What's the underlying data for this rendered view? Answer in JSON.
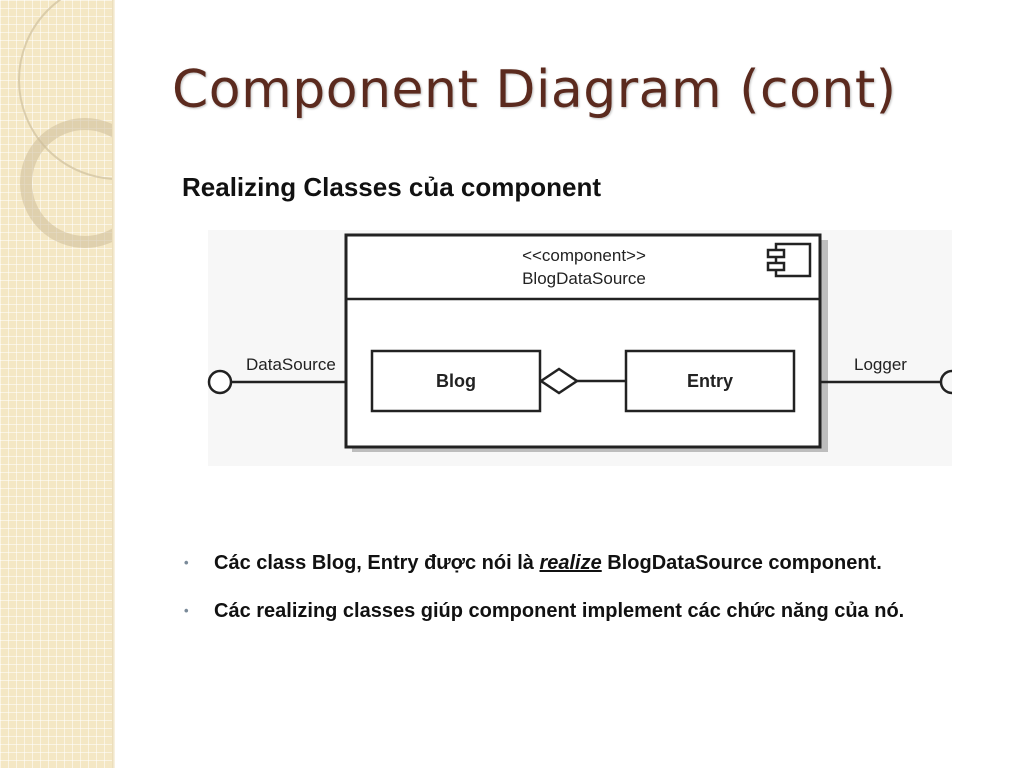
{
  "slide": {
    "title": "Component Diagram (cont)",
    "subtitle": "Realizing Classes của component"
  },
  "diagram": {
    "component_stereotype": "<<component>>",
    "component_name": "BlogDataSource",
    "class_left": "Blog",
    "class_right": "Entry",
    "provided_interface": "DataSource",
    "required_interface": "Logger"
  },
  "bullets": [
    {
      "before": "Các class Blog, Entry được nói là ",
      "emphasis": "realize",
      "after": "  BlogDataSource component."
    },
    {
      "before": "Các realizing classes giúp component implement các chức năng của nó.",
      "emphasis": "",
      "after": ""
    }
  ]
}
